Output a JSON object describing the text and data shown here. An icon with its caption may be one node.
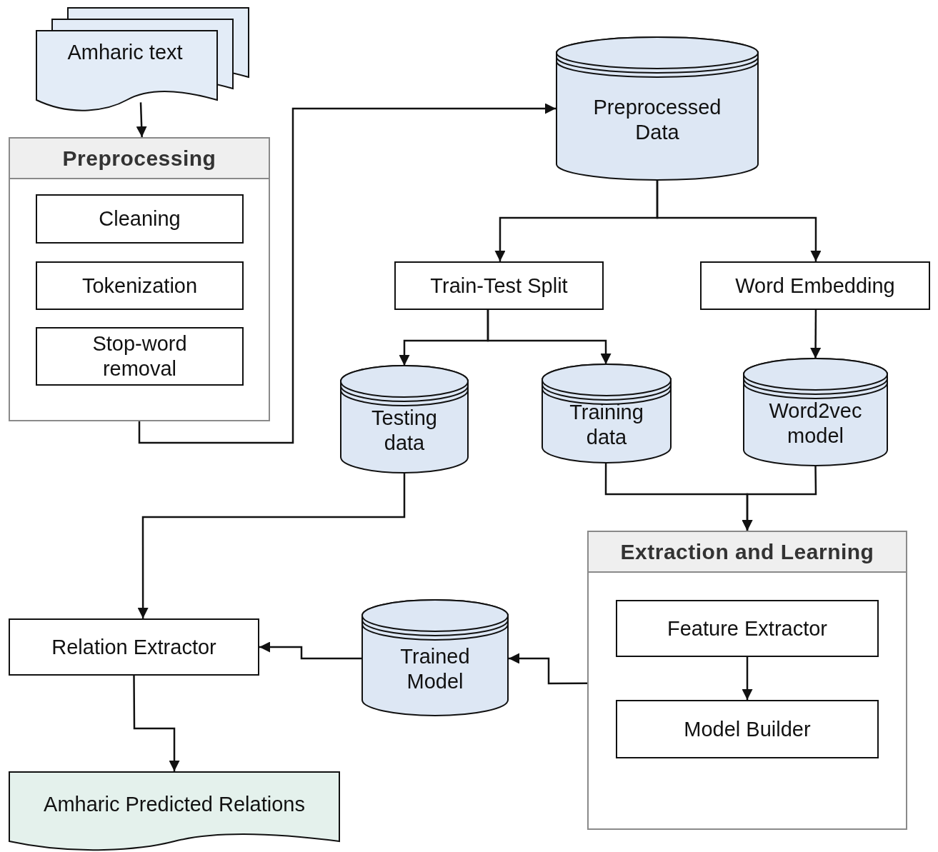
{
  "diagram": {
    "nodes": [
      {
        "text": [
          "Amharic text"
        ]
      },
      {
        "text": [
          "Preprocessing"
        ]
      },
      {
        "text": [
          "Cleaning"
        ],
        "in": 1
      },
      {
        "text": [
          "Tokenization"
        ],
        "in": 1
      },
      {
        "text": [
          "Stop-word removal"
        ],
        "in": 1
      },
      {
        "text": [
          "Preprocessed Data"
        ]
      },
      {
        "text": [
          "Train-Test Split"
        ]
      },
      {
        "text": [
          "Word Embedding"
        ]
      },
      {
        "text": [
          "Testing data"
        ]
      },
      {
        "text": [
          "Training data"
        ]
      },
      {
        "text": [
          "Word2vec model"
        ]
      },
      {
        "text": [
          "Extraction and Learning"
        ]
      },
      {
        "text": [
          "Feature Extractor"
        ],
        "in": 11
      },
      {
        "text": [
          "Model Builder"
        ],
        "in": 11
      },
      {
        "text": [
          "Relation Extractor"
        ]
      },
      {
        "text": [
          "Trained Model"
        ]
      },
      {
        "text": [
          "Amharic Predicted Relations"
        ]
      }
    ],
    "edges": [
      {
        "from": 0,
        "to": 1,
        "arrow": "to"
      },
      {
        "from": 1,
        "to": 5,
        "arrow": "to"
      },
      {
        "from": 5,
        "to": 6,
        "arrow": "to"
      },
      {
        "from": 5,
        "to": 7,
        "arrow": "to"
      },
      {
        "from": 6,
        "to": 8,
        "arrow": "to"
      },
      {
        "from": 6,
        "to": 9,
        "arrow": "to"
      },
      {
        "from": 7,
        "to": 10,
        "arrow": "to"
      },
      {
        "from": 9,
        "to": 11,
        "arrow": "to"
      },
      {
        "from": 10,
        "to": 11,
        "arrow": "to"
      },
      {
        "from": 8,
        "to": 14,
        "arrow": "to"
      },
      {
        "from": 11,
        "to": 15,
        "arrow": "to"
      },
      {
        "from": 15,
        "to": 14,
        "arrow": "to"
      },
      {
        "from": 12,
        "to": 13,
        "arrow": "to"
      },
      {
        "from": 14,
        "to": 16,
        "arrow": "to"
      }
    ]
  }
}
